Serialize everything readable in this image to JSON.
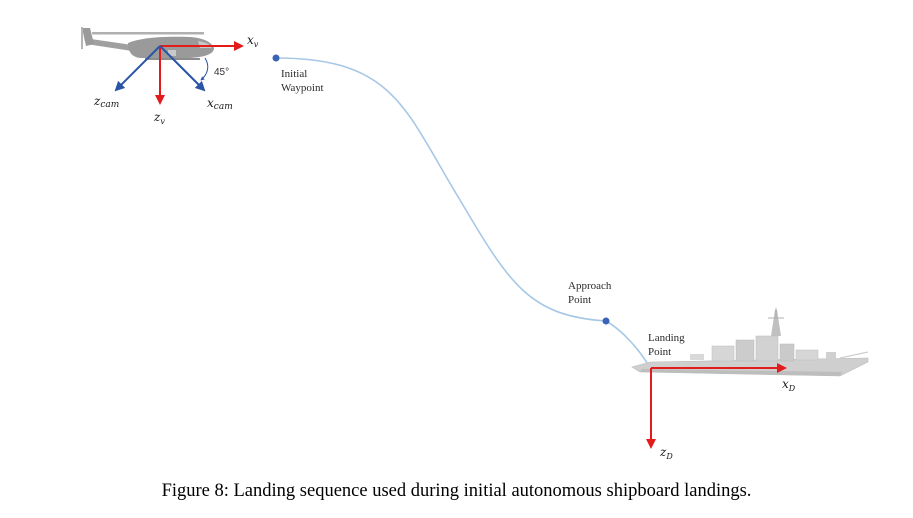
{
  "caption": "Figure 8: Landing sequence used during initial autonomous shipboard landings.",
  "helicopter": {
    "axes": {
      "xv": "x",
      "xv_sub": "v",
      "zv": "z",
      "zv_sub": "v",
      "zcam": "z",
      "zcam_sub": "cam",
      "xcam": "x",
      "xcam_sub": "cam"
    },
    "angle": "45°"
  },
  "waypoints": {
    "initial": [
      "Initial",
      "Waypoint"
    ],
    "approach": [
      "Approach",
      "Point"
    ],
    "landing": [
      "Landing",
      "Point"
    ]
  },
  "ship": {
    "axes": {
      "xd": "x",
      "xd_sub": "D",
      "zd": "z",
      "zd_sub": "D"
    }
  },
  "colors": {
    "path": "#a7c7e7",
    "waypoint": "#3a63b8",
    "axis_red": "#e41b1b",
    "axis_blue": "#2a54a6",
    "vehicle": "#9a9a9a"
  }
}
